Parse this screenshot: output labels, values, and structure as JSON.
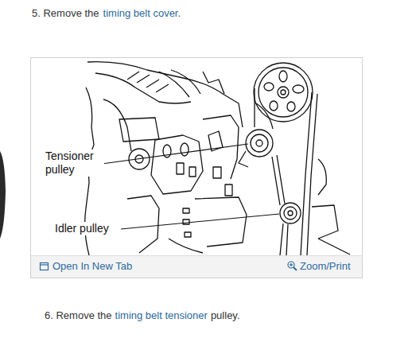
{
  "diagram": {
    "labels": [
      "5. Remove the",
      "timing belt cover",
      ".",
      "Tensioner pulley",
      "Idler pulley",
      "Open In New Tab",
      "Zoom/Print",
      "6. Remove the",
      "timing belt tensioner",
      "pulley."
    ]
  }
}
